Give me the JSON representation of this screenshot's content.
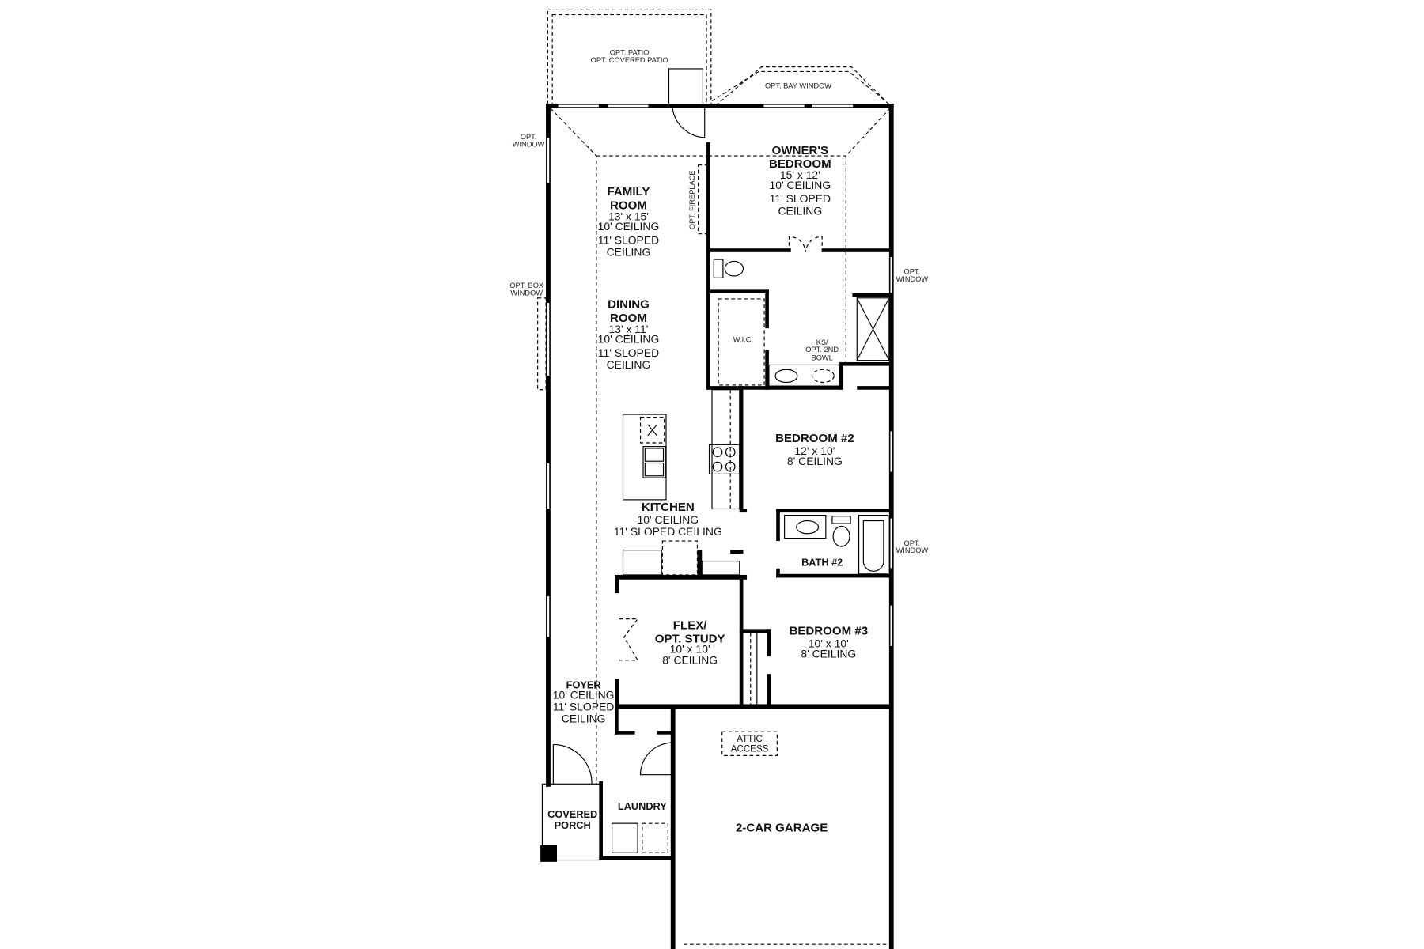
{
  "rooms": {
    "family": {
      "name1": "FAMILY",
      "name2": "ROOM",
      "size": "13' x 15'",
      "ceiling": "10' CEILING",
      "sloped1": "11' SLOPED",
      "sloped2": "CEILING"
    },
    "dining": {
      "name1": "DINING",
      "name2": "ROOM",
      "size": "13' x 11'",
      "ceiling": "10' CEILING",
      "sloped1": "11' SLOPED",
      "sloped2": "CEILING"
    },
    "owners": {
      "name1": "OWNER'S",
      "name2": "BEDROOM",
      "size": "15' x 12'",
      "ceiling": "10' CEILING",
      "sloped1": "11' SLOPED",
      "sloped2": "CEILING"
    },
    "kitchen": {
      "name": "KITCHEN",
      "ceiling": "10' CEILING",
      "sloped": "11' SLOPED CEILING"
    },
    "bedroom2": {
      "name": "BEDROOM #2",
      "size": "12' x 10'",
      "ceiling": "8' CEILING"
    },
    "bath2": {
      "name": "BATH #2"
    },
    "bedroom3": {
      "name": "BEDROOM #3",
      "size": "10' x 10'",
      "ceiling": "8' CEILING"
    },
    "flex": {
      "name1": "FLEX/",
      "name2": "OPT. STUDY",
      "size": "10' x 10'",
      "ceiling": "8' CEILING"
    },
    "foyer": {
      "name": "FOYER",
      "ceiling": "10' CEILING",
      "sloped1": "11' SLOPED",
      "sloped2": "CEILING"
    },
    "porch": {
      "name1": "COVERED",
      "name2": "PORCH"
    },
    "laundry": {
      "name": "LAUNDRY"
    },
    "garage": {
      "name": "2-CAR GARAGE"
    },
    "wic": {
      "name": "W.I.C."
    }
  },
  "notes": {
    "patio1": "OPT. PATIO",
    "patio2": "OPT. COVERED PATIO",
    "bay": "OPT. BAY WINDOW",
    "opt_window_1a": "OPT.",
    "opt_window_1b": "WINDOW",
    "box_window_a": "OPT. BOX",
    "box_window_b": "WINDOW",
    "fireplace": "OPT. FIREPLACE",
    "opt_window_2a": "OPT.",
    "opt_window_2b": "WINDOW",
    "opt_window_3a": "OPT.",
    "opt_window_3b": "WINDOW",
    "ks1": "KS/",
    "ks2": "OPT. 2ND",
    "ks3": "BOWL",
    "attic1": "ATTIC",
    "attic2": "ACCESS"
  }
}
